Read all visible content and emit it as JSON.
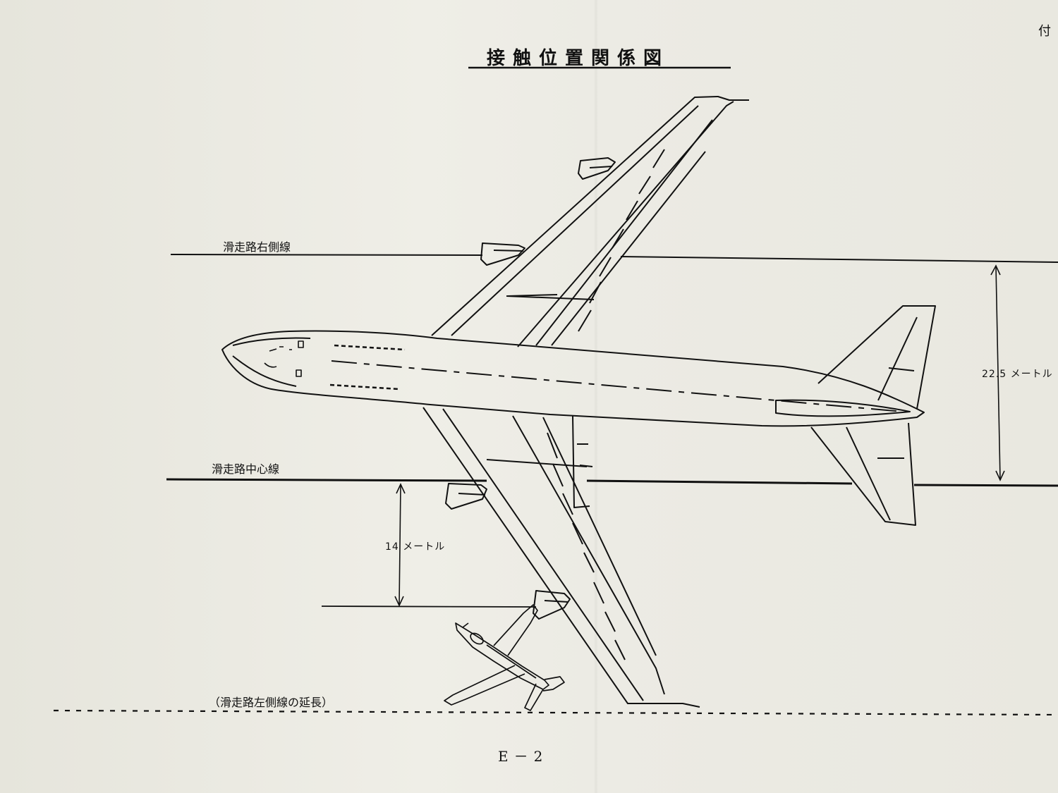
{
  "document": {
    "title": "接触位置関係図",
    "corner_text": "付",
    "page_number": "E－2"
  },
  "runway_lines": {
    "right_edge_label": "滑走路右側線",
    "center_label": "滑走路中心線",
    "left_edge_extension_label": "（滑走路左側線の延長）"
  },
  "dimensions": {
    "right_to_center": "22.5 メートル",
    "center_to_engine": "14 メートル"
  }
}
